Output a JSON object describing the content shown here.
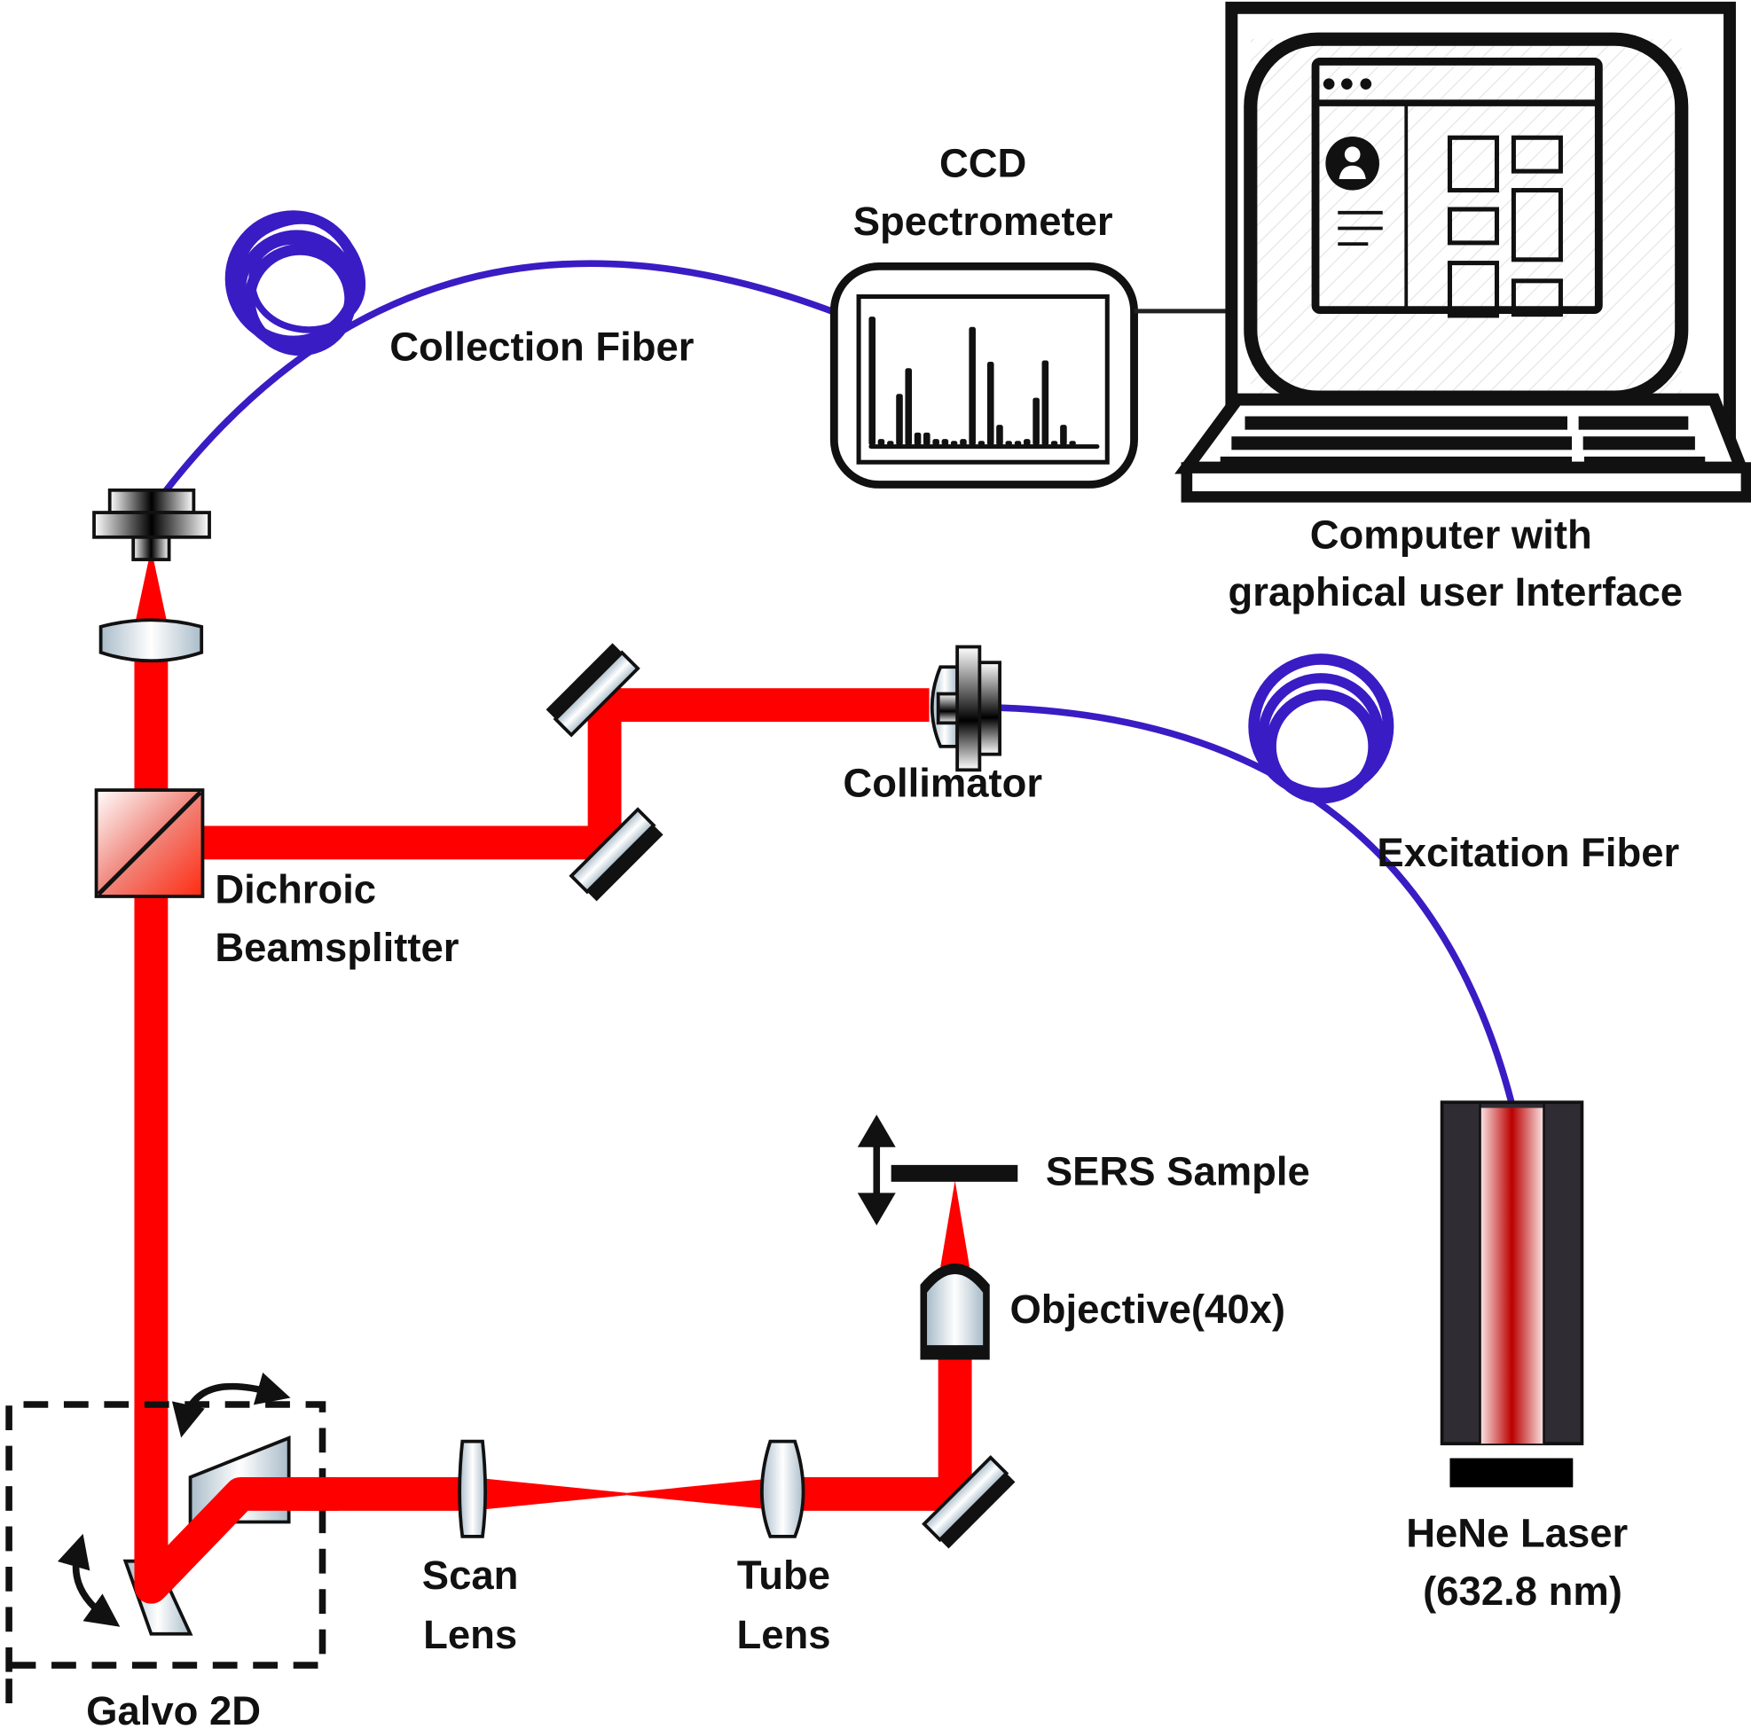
{
  "diagram": {
    "title": "SERS Raman scanning microscope setup",
    "colors": {
      "laser_beam": "#ff0000",
      "fiber": "#3a1cc4",
      "outline": "#111111",
      "optic_glass": "#b7c7d2",
      "laser_body": "#302c33"
    },
    "labels": {
      "ccd_line1": "CCD",
      "ccd_line2": "Spectrometer",
      "collection_fiber": "Collection Fiber",
      "computer_line1": "Computer with",
      "computer_line2": "graphical user Interface",
      "collimator": "Collimator",
      "excitation_fiber": "Excitation Fiber",
      "dichroic_line1": "Dichroic",
      "dichroic_line2": "Beamsplitter",
      "sers_sample": "SERS Sample",
      "objective": "Objective(40x)",
      "scan_lens_line1": "Scan",
      "scan_lens_line2": "Lens",
      "tube_lens_line1": "Tube",
      "tube_lens_line2": "Lens",
      "galvo": "Galvo 2D",
      "laser_line1": "HeNe Laser",
      "laser_line2": "(632.8 nm)"
    },
    "spectrum_peaks_relative": [
      1.0,
      0.05,
      0.02,
      0.4,
      0.6,
      0.1,
      0.1,
      0.05,
      0.05,
      0.02,
      0.05,
      0.92,
      0.03,
      0.65,
      0.16,
      0.02,
      0.02,
      0.05,
      0.37,
      0.66,
      0.02,
      0.16,
      0.02
    ],
    "gui_window_dots": 3
  }
}
